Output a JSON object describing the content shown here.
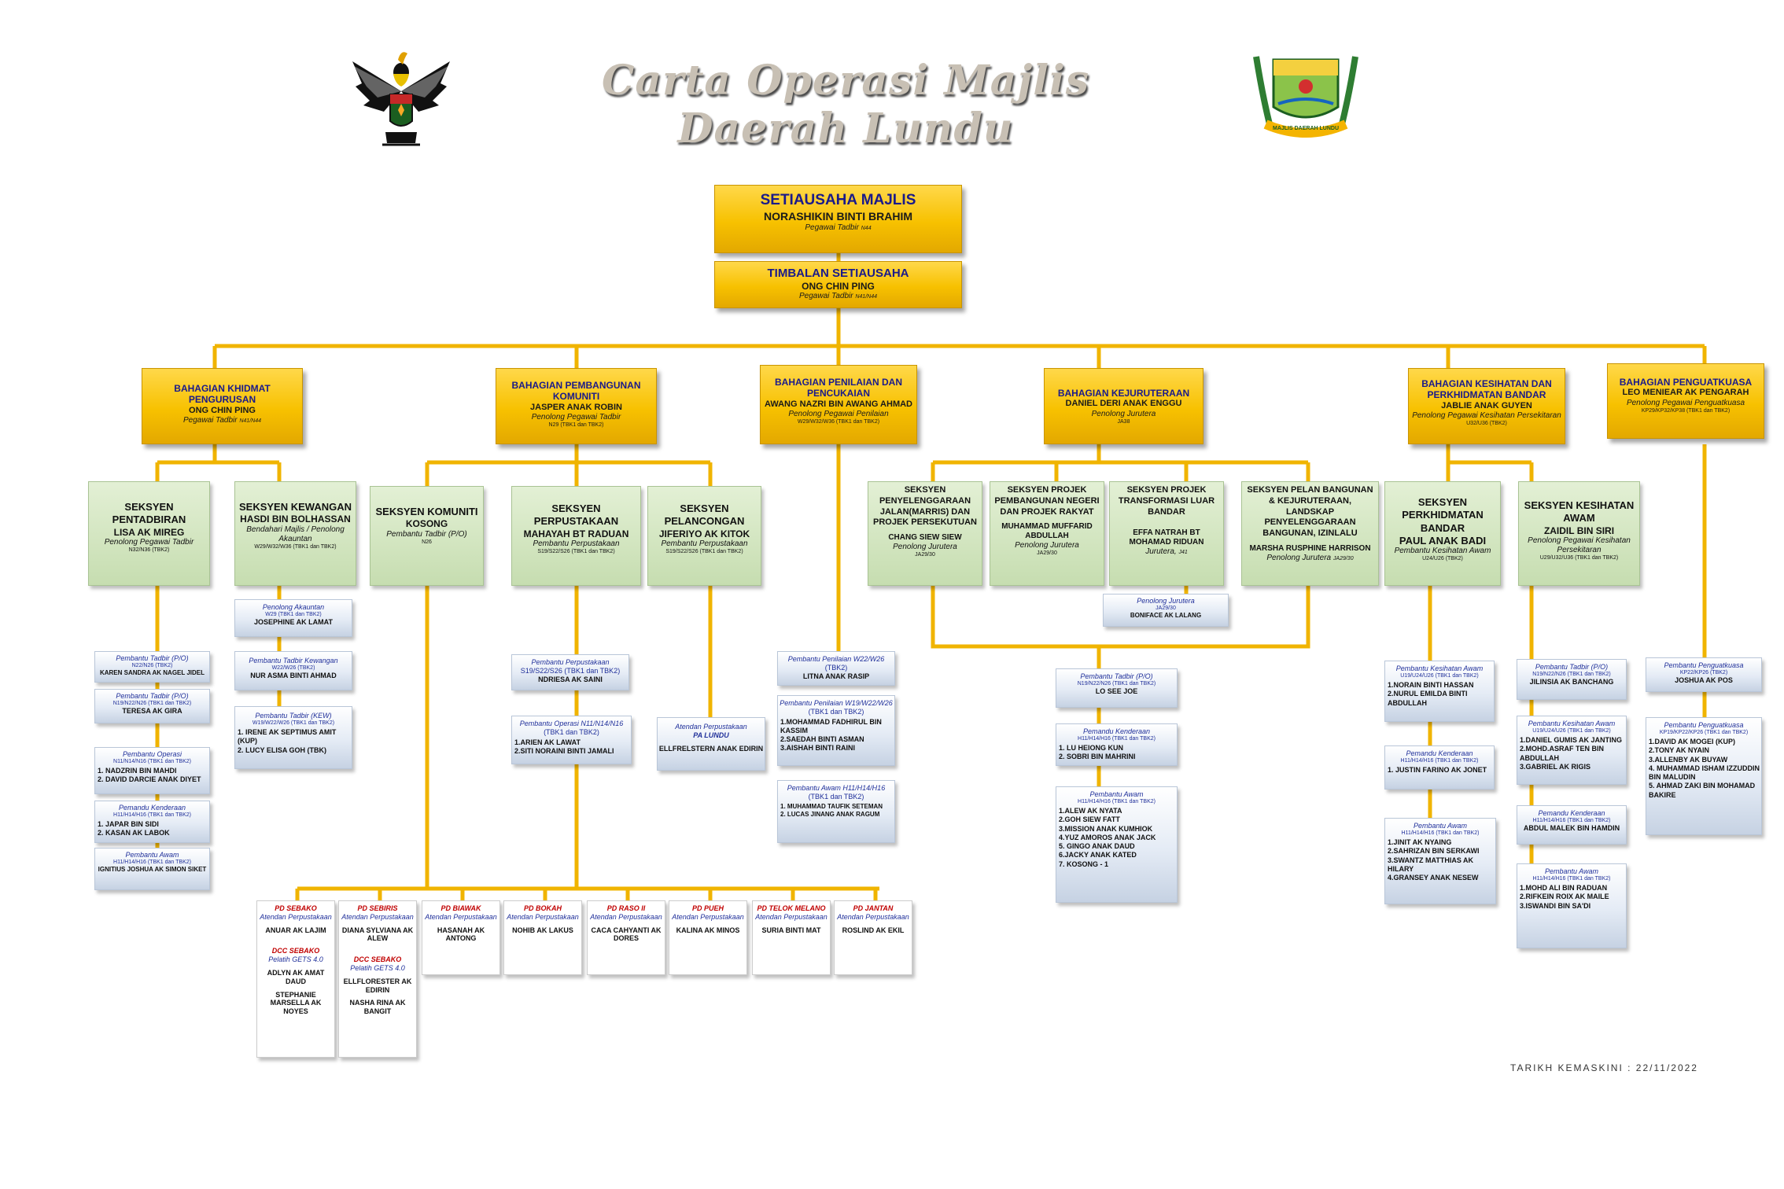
{
  "header": {
    "title": "Carta Operasi Majlis Daerah Lundu",
    "logo_right_text": "MAJLIS DAERAH LUNDU"
  },
  "colors": {
    "gold": "#f7c100",
    "green": "#c6ddb0",
    "blue": "#dfe7f2",
    "connector": "#f0b400",
    "title_blue": "#1a1a8a"
  },
  "top": {
    "setiausaha": {
      "title": "SETIAUSAHA MAJLIS",
      "name": "NORASHIKIN BINTI BRAHIM",
      "role": "Pegawai Tadbir",
      "grade": "N44"
    },
    "timbalan": {
      "title": "TIMBALAN SETIAUSAHA",
      "name": "ONG CHIN PING",
      "role": "Pegawai Tadbir",
      "grade": "N41/N44"
    }
  },
  "bahagian": [
    {
      "title": "BAHAGIAN KHIDMAT PENGURUSAN",
      "name": "ONG CHIN PING",
      "role": "Pegawai Tadbir",
      "grade": "N41/N44"
    },
    {
      "title": "BAHAGIAN PEMBANGUNAN KOMUNITI",
      "name": "JASPER ANAK ROBIN",
      "role": "Penolong Pegawai Tadbir",
      "grade": "N29 (TBK1 dan TBK2)"
    },
    {
      "title": "BAHAGIAN PENILAIAN DAN PENCUKAIAN",
      "name": "AWANG NAZRI BIN AWANG AHMAD",
      "role": "Penolong Pegawai Penilaian",
      "grade": "W29/W32/W36 (TBK1 dan TBK2)"
    },
    {
      "title": "BAHAGIAN KEJURUTERAAN",
      "name": "DANIEL DERI ANAK ENGGU",
      "role": "Penolong Jurutera",
      "grade": "JA38"
    },
    {
      "title": "BAHAGIAN KESIHATAN DAN PERKHIDMATAN BANDAR",
      "name": "JABLIE ANAK GUYEN",
      "role": "Penolong Pegawai Kesihatan Persekitaran",
      "grade": "U32/U36 (TBK2)"
    },
    {
      "title": "BAHAGIAN PENGUATKUASA",
      "name": "LEO MENIEAR AK PENGARAH",
      "role": "Penolong Pegawai Penguatkuasa",
      "grade": "KP29/KP32/KP38 (TBK1 dan TBK2)"
    }
  ],
  "seksyen": [
    {
      "title": "SEKSYEN PENTADBIRAN",
      "name": "LISA AK MIREG",
      "role": "Penolong Pegawai Tadbir",
      "grade": "N32/N36 (TBK2)"
    },
    {
      "title": "SEKSYEN KEWANGAN",
      "name": "HASDI BIN BOLHASSAN",
      "role": "Bendahari Majlis / Penolong Akauntan",
      "grade": "W29/W32/W36 (TBK1 dan TBK2)"
    },
    {
      "title": "SEKSYEN KOMUNITI",
      "name": "KOSONG",
      "role": "Pembantu Tadbir (P/O)",
      "grade": "N26"
    },
    {
      "title": "SEKSYEN PERPUSTAKAAN",
      "name": "MAHAYAH BT RADUAN",
      "role": "Pembantu Perpustakaan",
      "grade": "S19/S22/S26 (TBK1 dan TBK2)"
    },
    {
      "title": "SEKSYEN PELANCONGAN",
      "name": "JIFERIYO AK KITOK",
      "role": "Pembantu Perpustakaan",
      "grade": "S19/S22/S26 (TBK1 dan TBK2)"
    },
    {
      "title": "SEKSYEN PENYELENGGARAAN JALAN(MARRIS) DAN PROJEK PERSEKUTUAN",
      "name": "CHANG SIEW SIEW",
      "role": "Penolong Jurutera",
      "grade": "JA29/30"
    },
    {
      "title": "SEKSYEN PROJEK PEMBANGUNAN NEGERI DAN PROJEK RAKYAT",
      "name": "MUHAMMAD MUFFARID ABDULLAH",
      "role": "Penolong Jurutera",
      "grade": "JA29/30"
    },
    {
      "title": "SEKSYEN PROJEK TRANSFORMASI LUAR BANDAR",
      "name": "EFFA NATRAH BT MOHAMAD RIDUAN",
      "role": "Jurutera,",
      "grade": "J41"
    },
    {
      "title": "SEKSYEN PELAN BANGUNAN & KEJURUTERAAN, LANDSKAP PENYELENGGARAAN BANGUNAN, IZINLALU",
      "name": "MARSHA RUSPHINE HARRISON",
      "role": "Penolong Jurutera",
      "grade": "JA29/30"
    },
    {
      "title": "SEKSYEN PERKHIDMATAN BANDAR",
      "name": "PAUL ANAK BADI",
      "role": "Pembantu Kesihatan Awam",
      "grade": "U24/U26 (TBK2)"
    },
    {
      "title": "SEKSYEN KESIHATAN AWAM",
      "name": "ZAIDIL BIN SIRI",
      "role": "Penolong Pegawai Kesihatan Persekitaran",
      "grade": "U29/U32/U36 (TBK1 dan TBK2)"
    }
  ],
  "staff": [
    {
      "role": "Pembantu Tadbir (P/O)",
      "grade": "N22/N26 (TBK2)",
      "names": [
        "KAREN SANDRA AK NAGEL JIDEL"
      ]
    },
    {
      "role": "Pembantu Tadbir (P/O)",
      "grade": "N19/N22/N26 (TBK1 dan TBK2)",
      "names": [
        "TERESA AK GIRA"
      ]
    },
    {
      "role": "Pembantu Operasi",
      "grade": "N11/N14/N16 (TBK1 dan TBK2)",
      "names": [
        "1. NADZRIN BIN MAHDI",
        "2. DAVID DARCIE ANAK DIYET"
      ]
    },
    {
      "role": "Pemandu Kenderaan",
      "grade": "H11/H14/H16 (TBK1 dan TBK2)",
      "names": [
        "1. JAPAR BIN SIDI",
        "2. KASAN AK LABOK"
      ]
    },
    {
      "role": "Pembantu Awam",
      "grade": "H11/H14/H16 (TBK1 dan TBK2)",
      "names": [
        "IGNITIUS JOSHUA AK SIMON SIKET"
      ]
    },
    {
      "role": "Penolong Akauntan",
      "grade": "W29 (TBK1 dan TBK2)",
      "names": [
        "JOSEPHINE AK LAMAT"
      ]
    },
    {
      "role": "Pembantu Tadbir Kewangan",
      "grade": "W22/W26 (TBK2)",
      "names": [
        "NUR ASMA BINTI AHMAD"
      ]
    },
    {
      "role": "Pembantu Tadbir (KEW)",
      "grade": "W19/W22/W26 (TBK1 dan TBK2)",
      "names": [
        "1. IRENE AK SEPTIMUS AMIT (KUP)",
        "2. LUCY ELISA GOH (TBK)"
      ]
    },
    {
      "role": "Pembantu Perpustakaan",
      "grade": "S19/S22/S26 (TBK1 dan TBK2)",
      "names": [
        "NDRIESA AK SAINI"
      ]
    },
    {
      "role": "Pembantu Operasi N11/N14/N16",
      "grade": "(TBK1 dan TBK2)",
      "names": [
        "1.ARIEN AK LAWAT",
        "2.SITI NORAINI BINTI JAMALI"
      ]
    },
    {
      "role": "Atendan Perpustakaan",
      "grade": "PA LUNDU",
      "names": [
        "ELLFRELSTERN ANAK EDIRIN"
      ]
    },
    {
      "role": "Pembantu Penilaian W22/W26",
      "grade": "(TBK2)",
      "names": [
        "LITNA ANAK RASIP"
      ]
    },
    {
      "role": "Pembantu Penilaian W19/W22/W26",
      "grade": "(TBK1 dan TBK2)",
      "names": [
        "1.MOHAMMAD FADHIRUL BIN KASSIM",
        "2.SAEDAH BINTI ASMAN",
        "3.AISHAH BINTI RAINI"
      ]
    },
    {
      "role": "Pembantu Awam H11/H14/H16",
      "grade": "(TBK1 dan TBK2)",
      "names": [
        "1. MUHAMMAD TAUFIK SETEMAN",
        "2. LUCAS JINANG ANAK RAGUM"
      ]
    },
    {
      "role": "Penolong Jurutera",
      "grade": "JA29/30",
      "names": [
        "BONIFACE AK LALANG"
      ]
    },
    {
      "role": "Pembantu Tadbir (P/O)",
      "grade": "N19/N22/N26 (TBK1 dan TBK2)",
      "names": [
        "LO SEE JOE"
      ]
    },
    {
      "role": "Pemandu Kenderaan",
      "grade": "H11/H14/H16 (TBK1 dan TBK2)",
      "names": [
        "1. LU HEIONG KUN",
        "2. SOBRI BIN MAHRINI"
      ]
    },
    {
      "role": "Pembantu Awam",
      "grade": "H11/H14/H16 (TBK1 dan TBK2)",
      "names": [
        "1.ALEW AK NYATA",
        "2.GOH SIEW FATT",
        "3.MISSION ANAK KUMHIOK",
        "4.YUZ AMOROS ANAK JACK",
        "5. GINGO ANAK DAUD",
        "6.JACKY ANAK KATED",
        "7. KOSONG - 1"
      ]
    },
    {
      "role": "Pembantu Kesihatan Awam",
      "grade": "U19/U24/U26 (TBK1 dan TBK2)",
      "names": [
        "1.NORAIN BINTI HASSAN",
        "2.NURUL EMILDA BINTI ABDULLAH"
      ]
    },
    {
      "role": "Pemandu Kenderaan",
      "grade": "H11/H14/H16 (TBK1 dan TBK2)",
      "names": [
        "1. JUSTIN FARINO AK JONET"
      ]
    },
    {
      "role": "Pembantu Awam",
      "grade": "H11/H14/H16 (TBK1 dan TBK2)",
      "names": [
        "1.JINIT AK NYAING",
        "2.SAHRIZAN BIN SERKAWI",
        "3.SWANTZ MATTHIAS AK HILARY",
        "4.GRANSEY ANAK NESEW"
      ]
    },
    {
      "role": "Pembantu Tadbir (P/O)",
      "grade": "N19/N22/N26 (TBK1 dan TBK2)",
      "names": [
        "JILINSIA AK BANCHANG"
      ]
    },
    {
      "role": "Pembantu Kesihatan Awam",
      "grade": "U19/U24/U26 (TBK1 dan TBK2)",
      "names": [
        "1.DANIEL GUMIS AK JANTING",
        "2.MOHD.ASRAF TEN BIN ABDULLAH",
        "3.GABRIEL AK RIGIS"
      ]
    },
    {
      "role": "Pemandu Kenderaan",
      "grade": "H11/H14/H16 (TBK1 dan TBK2)",
      "names": [
        "ABDUL MALEK BIN HAMDIN"
      ]
    },
    {
      "role": "Pembantu Awam",
      "grade": "H11/H14/H16 (TBK1 dan TBK2)",
      "names": [
        "1.MOHD ALI BIN RADUAN",
        "2.RIFKEIN ROIX AK MAILE",
        "3.ISWANDI BIN SA'DI"
      ]
    },
    {
      "role": "Pembantu Penguatkuasa",
      "grade": "KP22/KP26 (TBK2)",
      "names": [
        "JOSHUA AK POS"
      ]
    },
    {
      "role": "Pembantu Penguatkuasa",
      "grade": "KP19/KP22/KP26 (TBK1 dan TBK2)",
      "names": [
        "1.DAVID AK MOGEI (KUP)",
        "2.TONY AK NYAIN",
        "3.ALLENBY AK BUYAW",
        "4. MUHAMMAD ISHAM IZZUDDIN BIN MALUDIN",
        "5. AHMAD ZAKI BIN MOHAMAD BAKIRE"
      ]
    }
  ],
  "libraries": [
    {
      "place": "PD SEBAKO",
      "role": "Atendan Perpustakaan",
      "name": "ANUAR AK LAJIM",
      "extra": {
        "place": "DCC SEBAKO",
        "role": "Pelatih GETS 4.0",
        "names": [
          "ADLYN AK AMAT DAUD",
          "STEPHANIE MARSELLA AK NOYES"
        ]
      }
    },
    {
      "place": "PD SEBIRIS",
      "role": "Atendan Perpustakaan",
      "name": "DIANA SYLVIANA AK ALEW",
      "extra": {
        "place": "DCC SEBAKO",
        "role": "Pelatih GETS 4.0",
        "names": [
          "ELLFLORESTER AK EDIRIN",
          "NASHA RINA AK BANGIT"
        ]
      }
    },
    {
      "place": "PD BIAWAK",
      "role": "Atendan Perpustakaan",
      "name": "HASANAH AK ANTONG"
    },
    {
      "place": "PD BOKAH",
      "role": "Atendan Perpustakaan",
      "name": "NOHIB AK LAKUS"
    },
    {
      "place": "PD RASO II",
      "role": "Atendan Perpustakaan",
      "name": "CACA CAHYANTI AK DORES"
    },
    {
      "place": "PD PUEH",
      "role": "Atendan Perpustakaan",
      "name": "KALINA AK MINOS"
    },
    {
      "place": "PD TELOK MELANO",
      "role": "Atendan Perpustakaan",
      "name": "SURIA BINTI MAT"
    },
    {
      "place": "PD JANTAN",
      "role": "Atendan Perpustakaan",
      "name": "ROSLIND AK EKIL"
    }
  ],
  "footer": {
    "date": "TARIKH KEMASKINI : 22/11/2022"
  }
}
